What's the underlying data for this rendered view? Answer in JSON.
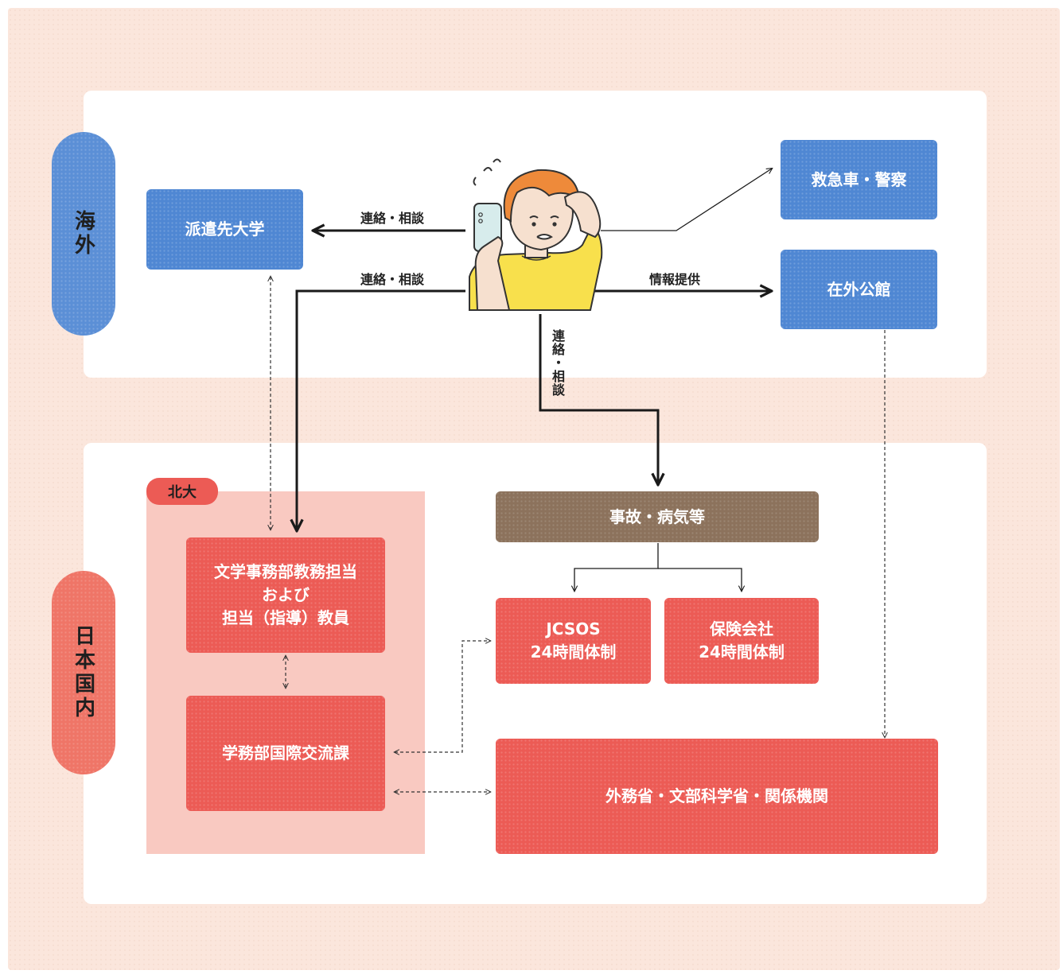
{
  "regions": {
    "overseas": "海外",
    "domestic": "日本国内"
  },
  "boxes": {
    "host_university": "派遣先大学",
    "ambulance_police": "救急車・警察",
    "embassy": "在外公館",
    "accident": "事故・病気等",
    "jcsos": [
      "JCSOS",
      "24時間体制"
    ],
    "insurance": [
      "保険会社",
      "24時間体制"
    ],
    "letters_office": [
      "文学事務部教務担当",
      "および",
      "担当（指導）教員"
    ],
    "intl_exchange": "学務部国際交流課",
    "ministries": "外務省・文部科学省・関係機関"
  },
  "hokudai_tag": "北大",
  "edge_labels": {
    "contact1": "連絡・相談",
    "contact2": "連絡・相談",
    "info": "情報提供",
    "contact_vertical": "連絡・相談"
  },
  "colors": {
    "background": "#fbe6dc",
    "blue": "#4f87d3",
    "red": "#ec5b55",
    "brown": "#8c725c",
    "hokudai_panel": "#f9c9c1"
  },
  "icons": [
    "worried-student-with-phone-icon"
  ]
}
